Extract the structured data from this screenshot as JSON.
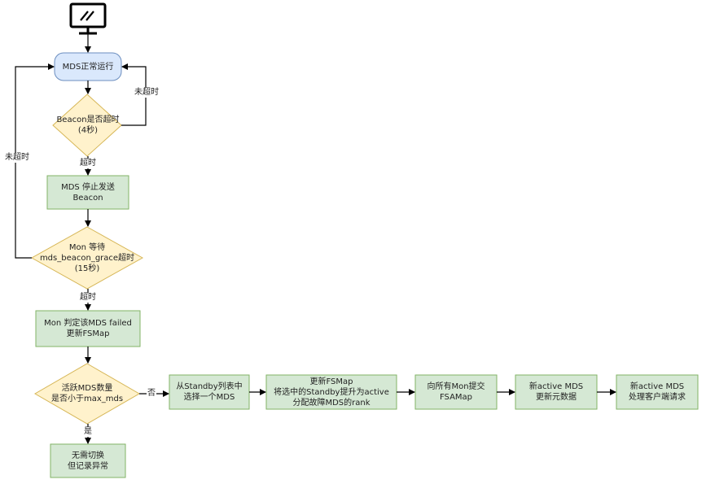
{
  "colors": {
    "start_fill": "#dae8fc",
    "start_stroke": "#6c8ebf",
    "decision_fill": "#fff2cc",
    "decision_stroke": "#d6b656",
    "process_fill": "#d5e8d4",
    "process_stroke": "#82b366",
    "edge": "#000000"
  },
  "icons": {
    "top": "monitor-icon"
  },
  "nodes": {
    "start": "MDS正常运行",
    "beacon_check": "Beacon是否超时\n(4秒)",
    "mds_stop": "MDS 停止发送\nBeacon",
    "mon_wait": "Mon 等待\nmds_beacon_grace超时\n(15秒)",
    "mon_judge": "Mon 判定该MDS failed\n更新FSMap",
    "active_check": "活跃MDS数量\n是否小于max_mds",
    "no_switch": "无需切换\n但记录异常",
    "select_standby": "从Standby列表中\n选择一个MDS",
    "update_fsmap": "更新FSMap\n将选中的Standby提升为active\n分配故障MDS的rank",
    "submit_mon": "向所有Mon提交\nFSAMap",
    "new_active_update": "新active MDS\n更新元数据",
    "new_active_serve": "新active MDS\n处理客户端请求"
  },
  "edge_labels": {
    "beacon_not_timeout": "未超时",
    "beacon_timeout": "超时",
    "grace_not_timeout": "未超时",
    "grace_timeout": "超时",
    "no": "否",
    "yes": "是"
  }
}
